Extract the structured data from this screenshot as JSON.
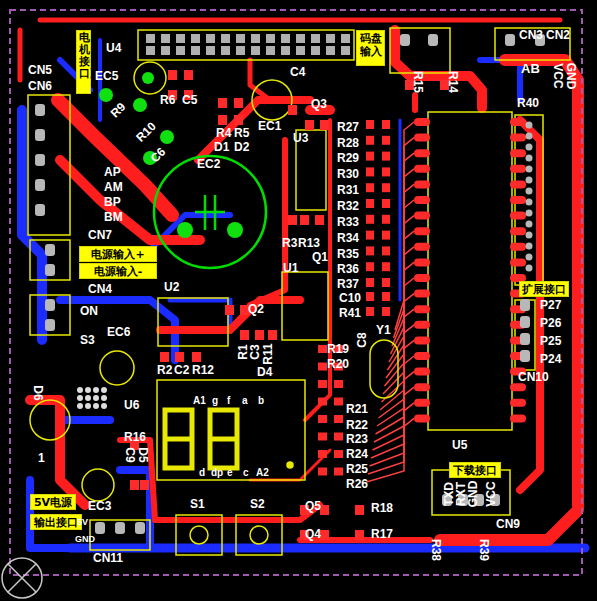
{
  "diagram": {
    "nodes": [
      {
        "text": [
          "电机接口》"
        ]
      },
      {
        "text": [
          "码盘 输入"
        ]
      },
      {
        "text": [
          "电源输入+"
        ]
      },
      {
        "text": [
          "电源输入-"
        ]
      },
      {
        "text": [
          "扩展接口"
        ]
      },
      {
        "text": [
          "下载接口"
        ]
      },
      {
        "text": [
          "5V电源"
        ]
      },
      {
        "text": [
          "输出接口"
        ]
      }
    ],
    "labels": [
      "U4",
      "CN5",
      "CN6",
      "EC5",
      "R6",
      "C5",
      "C4",
      "R9",
      "R10",
      "C6",
      "R4",
      "R5",
      "D1",
      "D2",
      "EC1",
      "Q3",
      "U3",
      "R27",
      "R28",
      "R29",
      "R30",
      "R31",
      "R32",
      "R33",
      "R34",
      "R35",
      "R36",
      "R37",
      "C10",
      "R41",
      "EC2",
      "AP",
      "AM",
      "BP",
      "BM",
      "CN7",
      "CN4",
      "ON",
      "S3",
      "U2",
      "Q2",
      "R3",
      "R13",
      "Q1",
      "U1",
      "C8",
      "Y1",
      "R19",
      "R20",
      "R1",
      "C3",
      "R11",
      "EC6",
      "R2",
      "C2",
      "R12",
      "D4",
      "A1",
      "g",
      "f",
      "a",
      "b",
      "D6",
      "U6",
      "R16",
      "C9",
      "D5",
      "R21",
      "R22",
      "R23",
      "R24",
      "R25",
      "R26",
      "EC3",
      "d",
      "dp",
      "e",
      "c",
      "A2",
      "S1",
      "S2",
      "Q5",
      "R18",
      "Q4",
      "R17",
      "CN11",
      "5V",
      "GND",
      "R38",
      "R39",
      "TXD",
      "RXT",
      "GND",
      "VCC",
      "CN9",
      "U5",
      "P27",
      "P26",
      "P25",
      "P24",
      "CN10",
      "R40",
      "R15",
      "R14",
      "CN3",
      "CN2",
      "AB",
      "VCC",
      "GND",
      "1"
    ]
  }
}
